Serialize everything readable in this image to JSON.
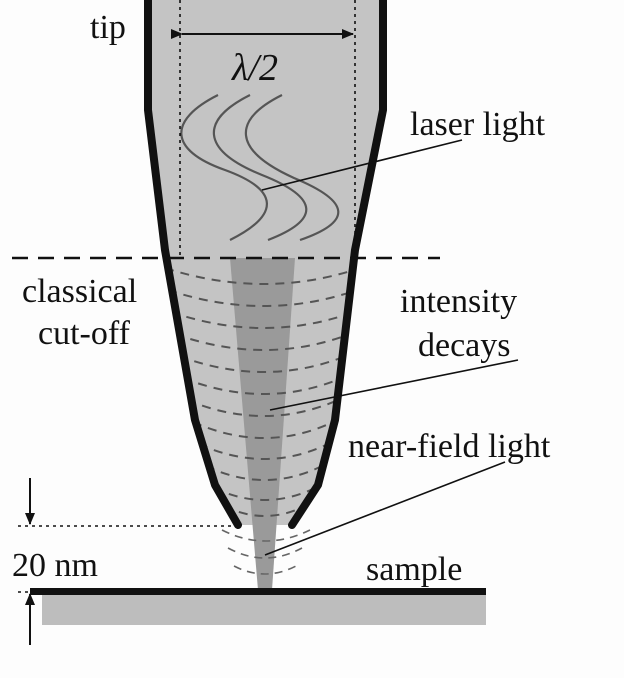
{
  "labels": {
    "tip": "tip",
    "half_wavelength": "λ/2",
    "laser_light": "laser light",
    "classical_line1": "classical",
    "classical_line2": "cut-off",
    "intensity_line1": "intensity",
    "intensity_line2": "decays",
    "near_field_light": "near-field light",
    "gap": "20 nm",
    "sample": "sample"
  },
  "colors": {
    "tip_fill": "#c4c4c4",
    "beam_fill": "#9a9a9a",
    "outline": "#111111",
    "wave": "#555555",
    "sample": "#bdbdbd"
  }
}
